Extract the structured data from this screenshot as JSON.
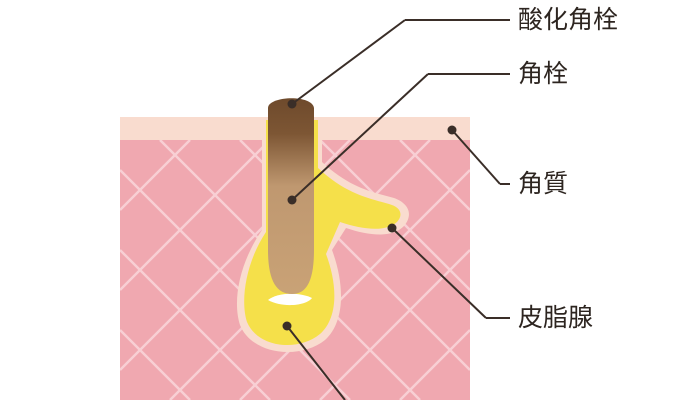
{
  "labels": {
    "oxidized_plug": "酸化角栓",
    "plug": "角栓",
    "stratum_corneum": "角質",
    "sebaceous_gland": "皮脂腺"
  },
  "colors": {
    "skin_fill": "#f0a8b0",
    "skin_lines": "#f7c9cf",
    "top_layer": "#f9d9cc",
    "sebum_yellow": "#f6e352",
    "plug_brown": "#c39c74",
    "plug_dark": "#6e4a2c",
    "leader_line": "#3a2e28"
  }
}
